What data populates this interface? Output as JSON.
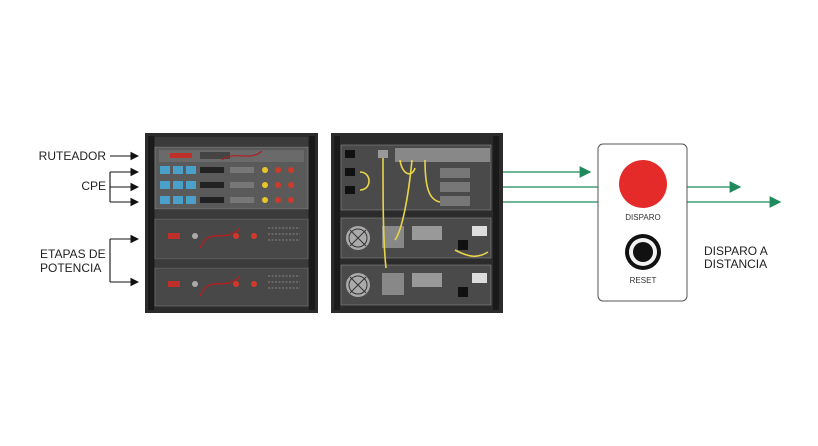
{
  "labels": {
    "router": "RUTEADOR",
    "cpe": "CPE",
    "power_stages_line1": "ETAPAS DE",
    "power_stages_line2": "POTENCIA",
    "trigger": "DISPARO",
    "reset": "RESET",
    "remote_line1": "DISPARO A",
    "remote_line2": "DISTANCIA"
  },
  "colors": {
    "arrow_green": "#1f8a5b",
    "trigger_red": "#e52a2a",
    "rack_dark": "#2b2b2b",
    "panel_outline": "#555555"
  },
  "icons": {
    "front_rack": "rack-front-icon",
    "back_rack": "rack-back-icon",
    "control_box": "remote-trigger-box-icon"
  }
}
